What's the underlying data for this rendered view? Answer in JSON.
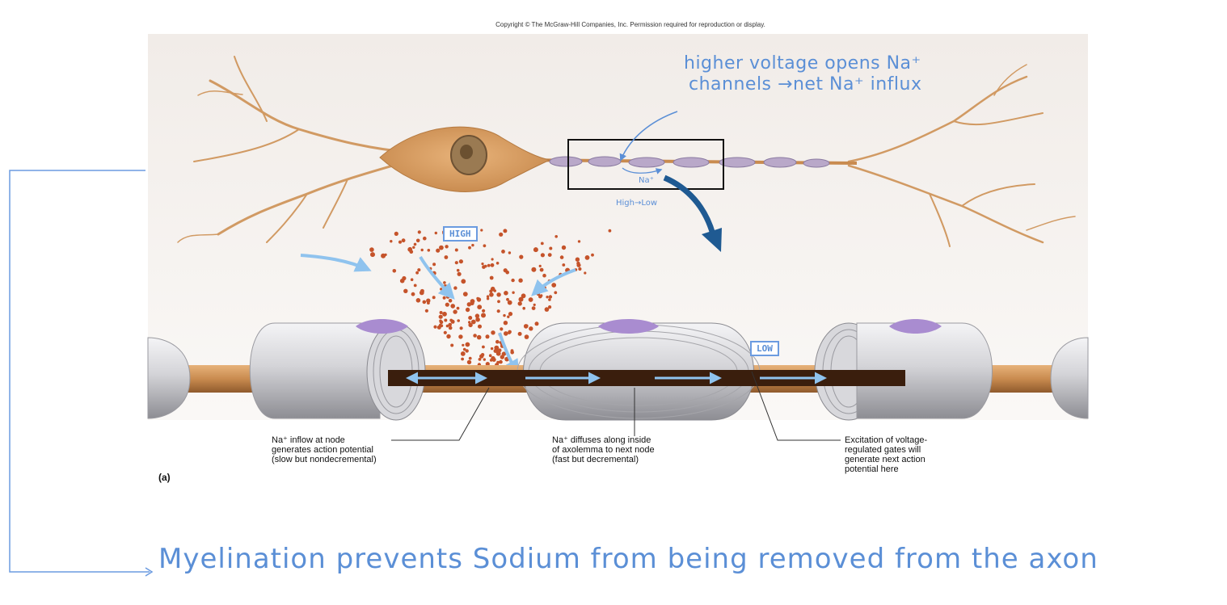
{
  "copyright": "Copyright © The McGraw-Hill Companies, Inc. Permission required for reproduction or display.",
  "figure_label": "(a)",
  "labels": {
    "node_inflow": [
      "Na⁺ inflow at node",
      "generates action potential",
      "(slow but nondecremental)"
    ],
    "diffuses": [
      "Na⁺ diffuses along inside",
      "of axolemma to next node",
      "(fast but decremental)"
    ],
    "excitation": [
      "Excitation of voltage-",
      "regulated gates will",
      "generate next action",
      "potential here"
    ]
  },
  "annotations": {
    "voltage_note": [
      "higher voltage opens Na⁺",
      "channels →net Na⁺ influx"
    ],
    "na_small": "Na⁺",
    "gradient_small": "High→Low",
    "high_box": "HIGH",
    "low_box": "LOW",
    "bottom_note": "Myelination prevents Sodium from being removed from the axon"
  },
  "colors": {
    "annotation_blue": "#5b8fd6",
    "axon_orange": "#c98b4f",
    "myelin_gray": "#c9c9cc",
    "sodium_red": "#c5532a",
    "cytoplasm_dark": "#3a1e0d"
  }
}
